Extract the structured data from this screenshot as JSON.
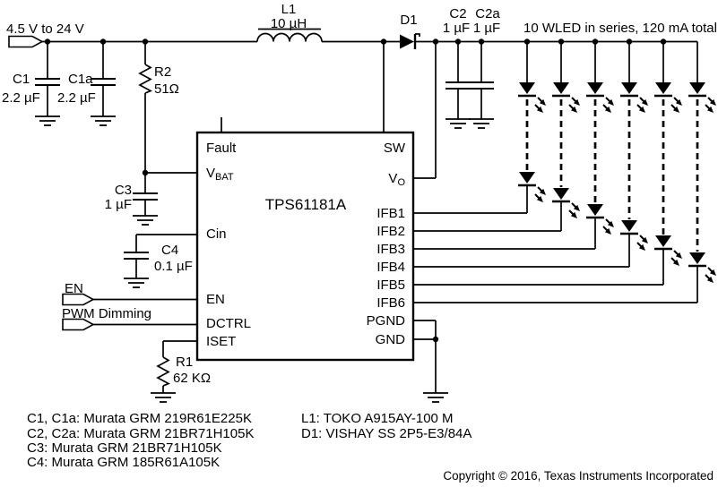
{
  "schematic": {
    "input_label": "4.5 V to 24 V",
    "led_note": "10 WLED in series, 120 mA total",
    "components": {
      "c1": {
        "ref": "C1",
        "value": "2.2 µF"
      },
      "c1a": {
        "ref": "C1a",
        "value": "2.2 µF"
      },
      "r2": {
        "ref": "R2",
        "value": "51Ω"
      },
      "l1": {
        "ref": "L1",
        "value": "10 µH"
      },
      "d1": {
        "ref": "D1"
      },
      "c2": {
        "ref": "C2",
        "value": "1 µF"
      },
      "c2a": {
        "ref": "C2a",
        "value": "1 µF"
      },
      "c3": {
        "ref": "C3",
        "value": "1 µF"
      },
      "c4": {
        "ref": "C4",
        "value": "0.1 µF"
      },
      "r1": {
        "ref": "R1",
        "value": "62 KΩ"
      }
    },
    "ic": {
      "name": "TPS61181A",
      "pins": {
        "fault": "Fault",
        "vbat_main": "V",
        "vbat_sub": "BAT",
        "cin": "Cin",
        "en": "EN",
        "dctrl": "DCTRL",
        "iset": "ISET",
        "sw": "SW",
        "vo_main": "V",
        "vo_sub": "O",
        "ifb1": "IFB1",
        "ifb2": "IFB2",
        "ifb3": "IFB3",
        "ifb4": "IFB4",
        "ifb5": "IFB5",
        "ifb6": "IFB6",
        "pgnd": "PGND",
        "gnd": "GND"
      }
    },
    "signals": {
      "en": "EN",
      "pwm": "PWM Dimming"
    }
  },
  "bom_left": [
    "C1, C1a: Murata GRM 219R61E225K",
    "C2, C2a: Murata GRM 21BR71H105K",
    "C3: Murata GRM 21BR71H105K",
    "C4: Murata GRM 185R61A105K"
  ],
  "bom_right": [
    "L1: TOKO A915AY-100 M",
    "D1: VISHAY SS 2P5-E3/84A"
  ],
  "copyright": "Copyright © 2016, Texas Instruments Incorporated",
  "colors": {
    "line": "#000000",
    "background": "#ffffff"
  }
}
